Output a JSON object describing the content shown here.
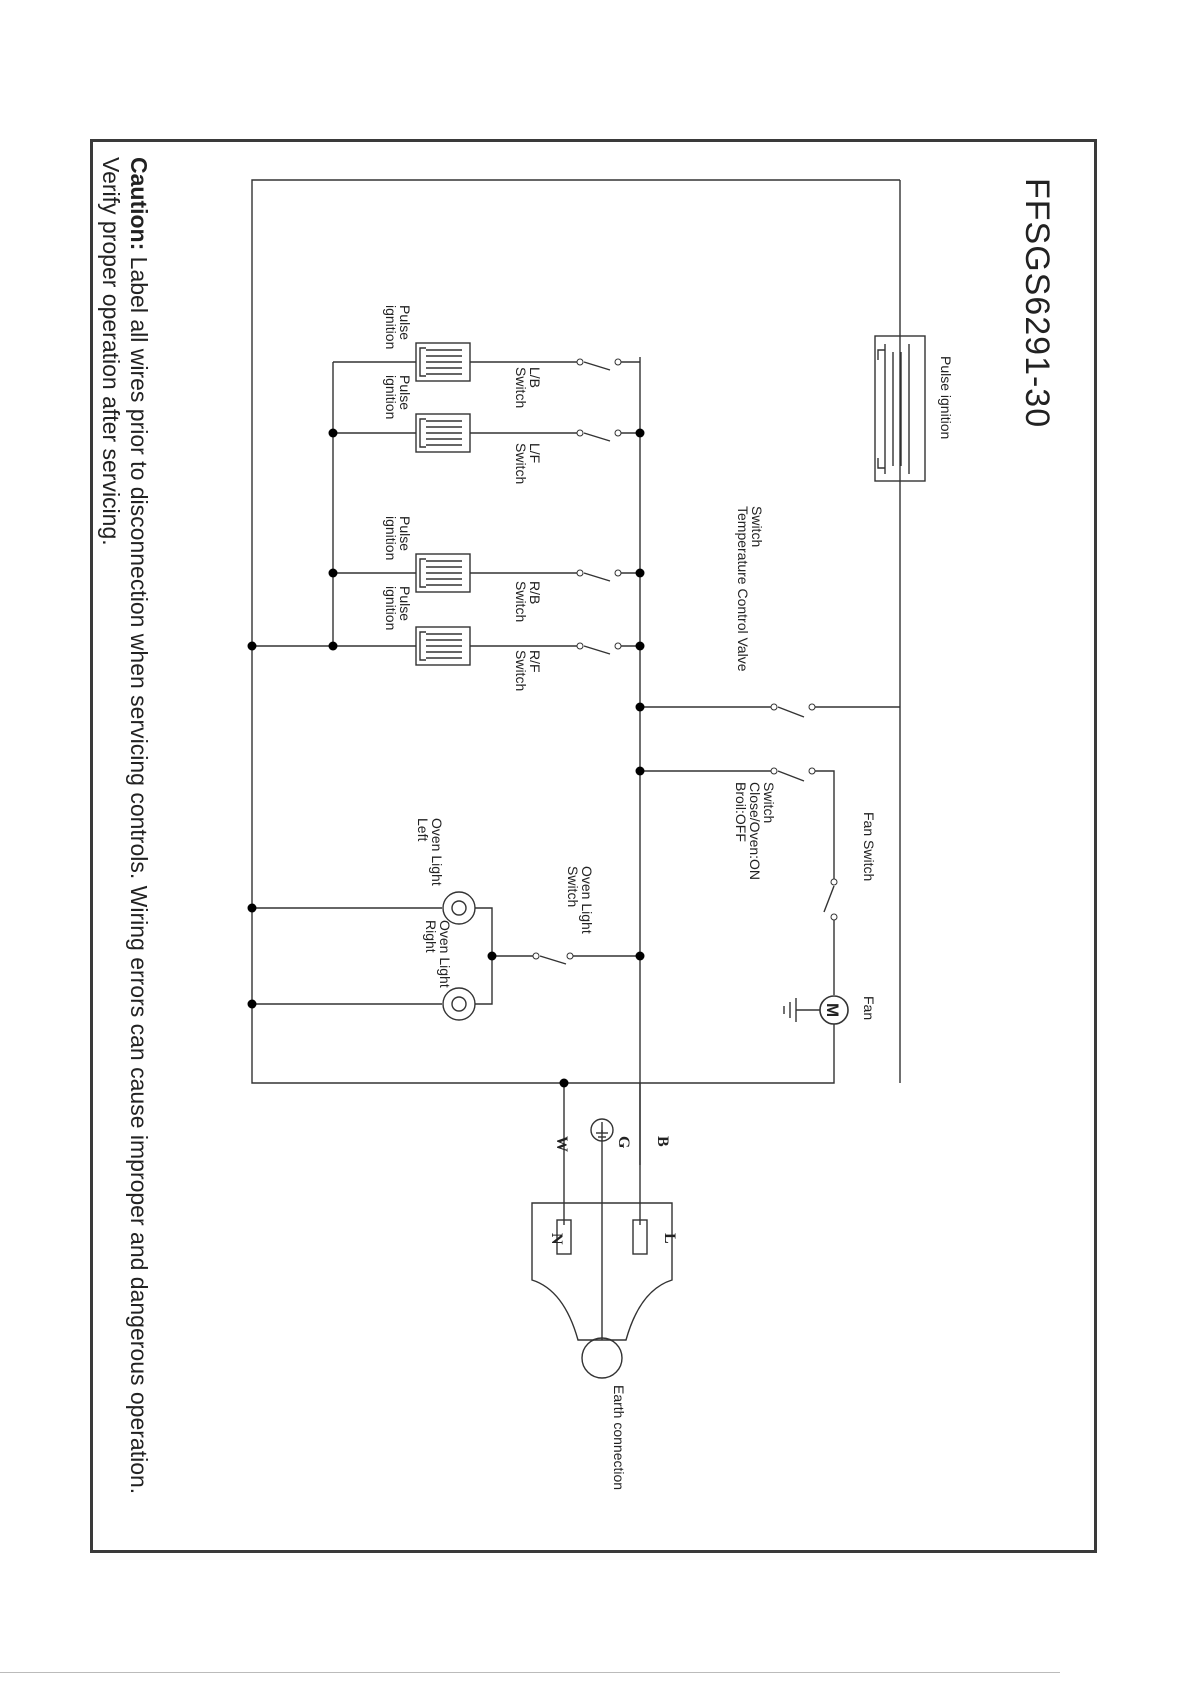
{
  "model": "FFSGS6291-30",
  "caution": {
    "heading": "Caution:",
    "line1_rest": " Label all wires prior to disconnection when servicing controls. Wiring errors can cause improper and dangerous operation.",
    "line2": "Verify proper operation after servicing."
  },
  "labels": {
    "pulse_ignition_main": "Pulse ignition",
    "pulse": "Pulse",
    "ignition": "ignition",
    "lb_switch": [
      "L/B",
      "Switch"
    ],
    "lf_switch": [
      "L/F",
      "Switch"
    ],
    "rb_switch": [
      "R/B",
      "Switch"
    ],
    "rf_switch": [
      "R/F",
      "Switch"
    ],
    "temp_valve": [
      "Switch",
      "Temperature Control Valve"
    ],
    "fan_switch": "Fan Switch",
    "mode_switch": [
      "Switch",
      "Close/Oven:ON",
      "Broil:OFF"
    ],
    "fan": "Fan",
    "motor_letter": "M",
    "oven_light_switch": [
      "Oven Light",
      "Switch"
    ],
    "oven_light_left": [
      "Oven Light",
      "Left"
    ],
    "oven_light_right": [
      "Oven Light",
      "Right"
    ],
    "wire_b": "B",
    "wire_g": "G",
    "wire_w": "W",
    "terminal_l": "L",
    "terminal_n": "N",
    "earth": "Earth connection"
  },
  "colors": {
    "line": "#333333",
    "border": "#3a3a3a",
    "text": "#222222"
  }
}
